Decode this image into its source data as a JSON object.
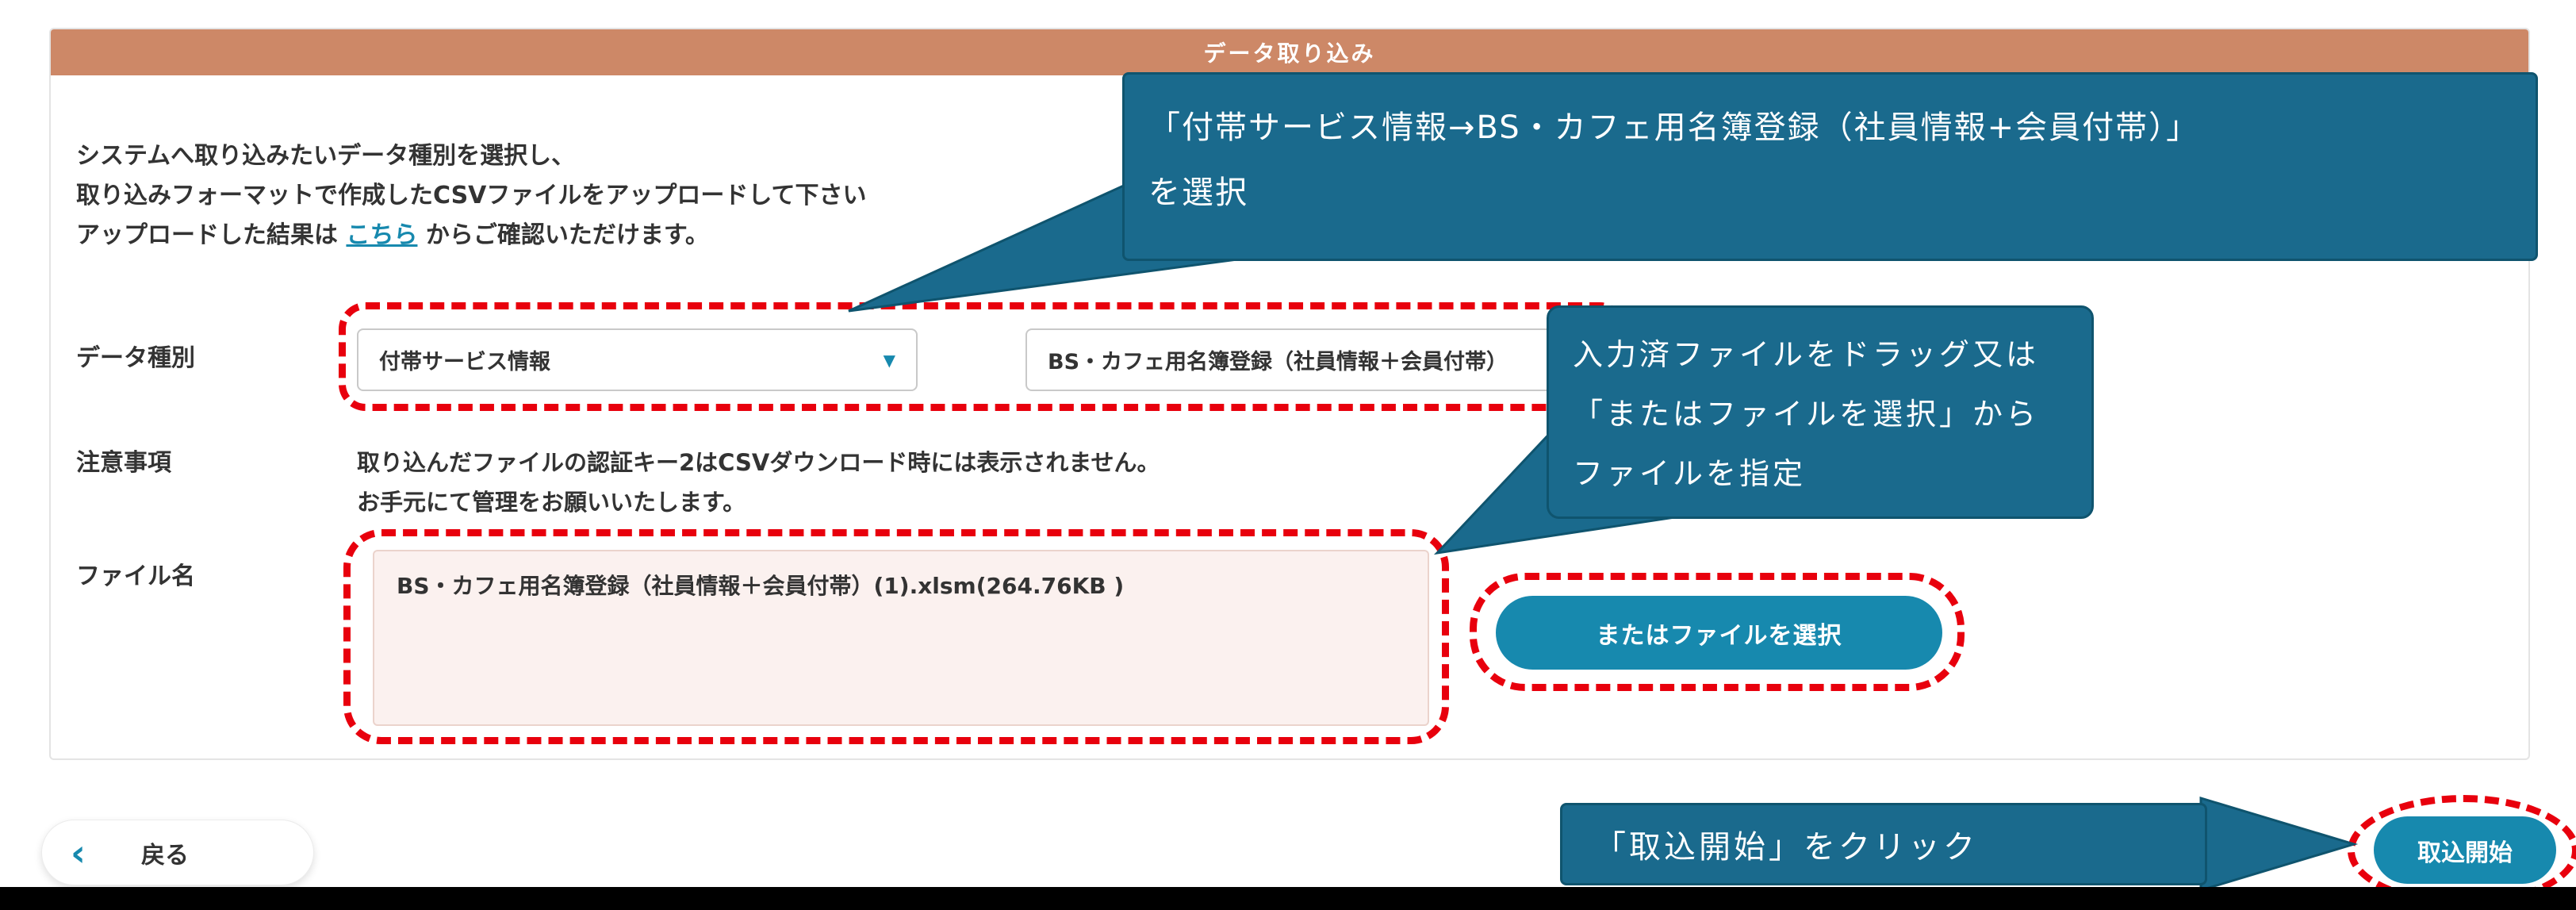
{
  "header": {
    "title": "データ取り込み"
  },
  "instructions": {
    "line1": "システムへ取り込みたいデータ種別を選択し、",
    "line2": "取り込みフォーマットで作成したCSVファイルをアップロードして下さい",
    "line3_before": "アップロードした結果は ",
    "line3_link": "こちら",
    "line3_after": " からご確認いただけます。"
  },
  "form": {
    "data_type": {
      "label": "データ種別",
      "category_value": "付帯サービス情報",
      "format_value": "BS・カフェ用名簿登録（社員情報＋会員付帯）"
    },
    "notes": {
      "label": "注意事項",
      "line1": "取り込んだファイルの認証キー2はCSVダウンロード時には表示されません。",
      "line2": "お手元にて管理をお願いいたします。"
    },
    "file": {
      "label": "ファイル名",
      "selected_file": "BS・カフェ用名簿登録（社員情報＋会員付帯）(1).xlsm(264.76KB )",
      "select_button_label": "またはファイルを選択"
    }
  },
  "footer": {
    "back_label": "戻る",
    "start_label": "取込開始"
  },
  "callouts": {
    "select": {
      "line1": "「付帯サービス情報→BS・カフェ用名簿登録（社員情報+会員付帯）」",
      "line2": "を選択"
    },
    "file": {
      "line1": "入力済ファイルをドラッグ又は",
      "line2": "「またはファイルを選択」から",
      "line3": "ファイルを指定"
    },
    "start": {
      "text": "「取込開始」をクリック"
    }
  },
  "icons": {
    "dropdown_arrow": "▼",
    "back_chevron": "‹"
  },
  "colors": {
    "header_bg": "#CD8867",
    "accent_teal": "#1789AE",
    "callout_bg": "#1A6A8D",
    "annotation_red": "#E8000D",
    "file_area_bg": "#FBF1EF"
  }
}
